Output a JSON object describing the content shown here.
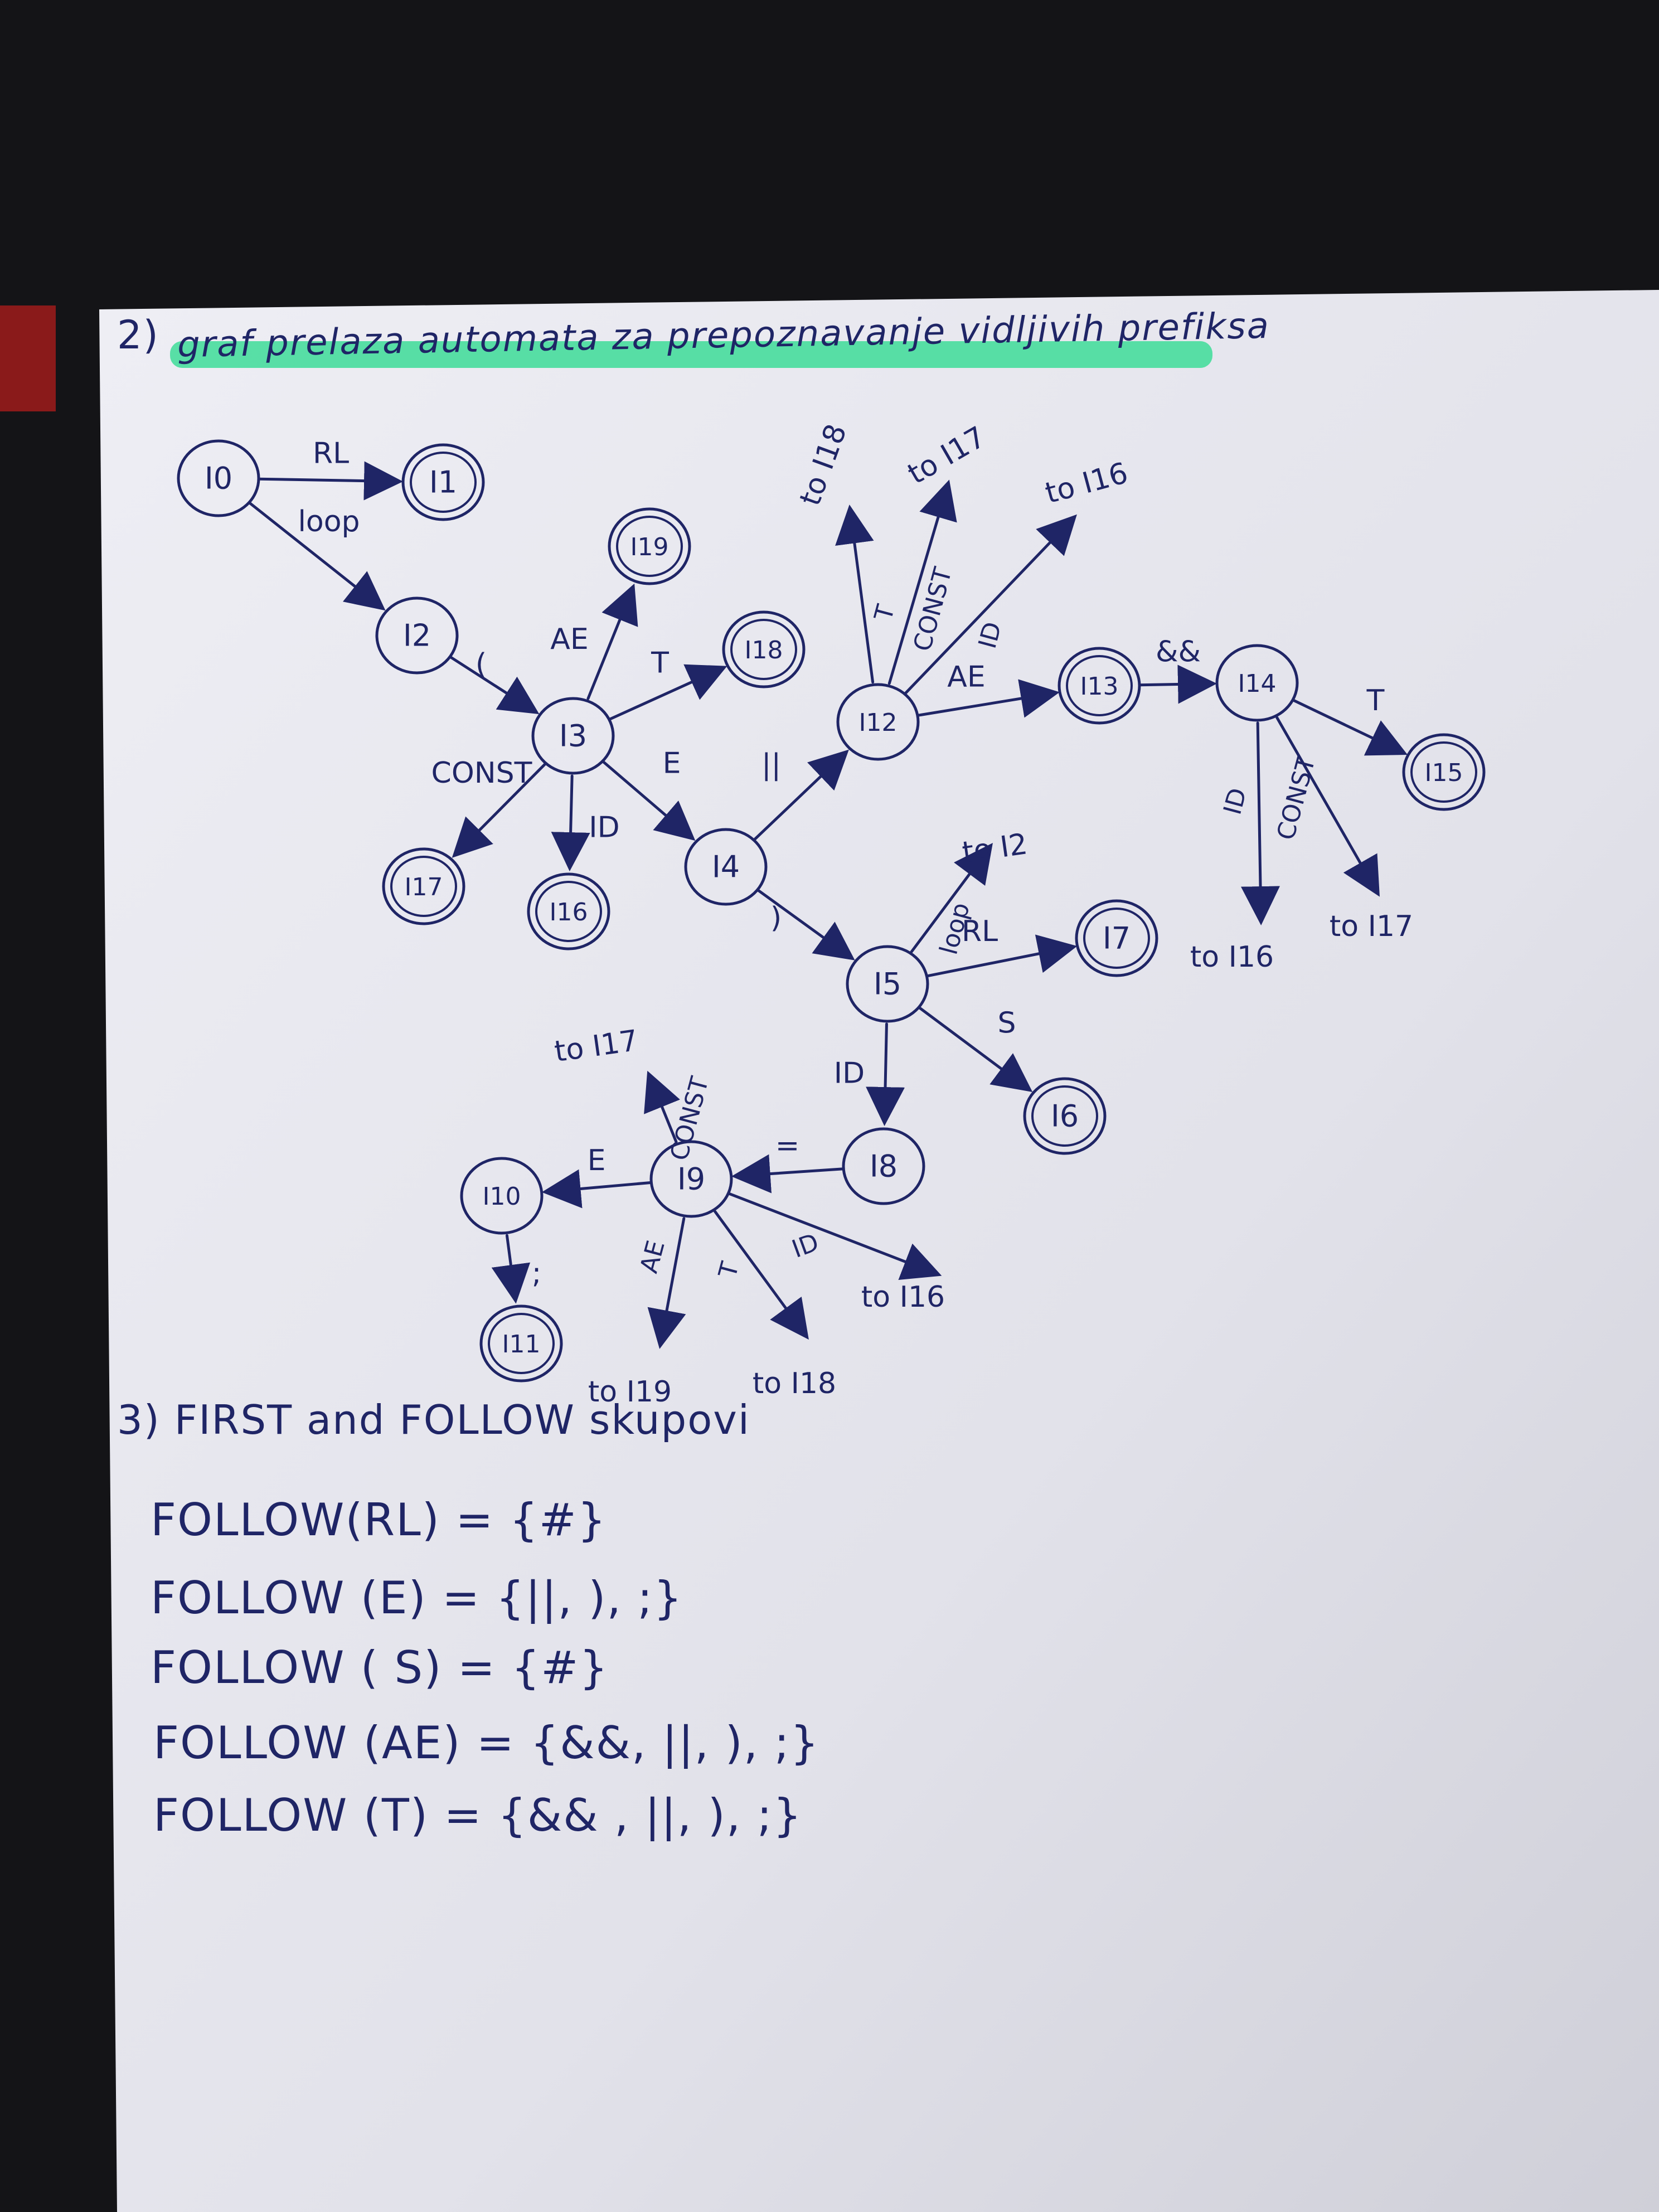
{
  "section2": {
    "number": "2)",
    "title": "graf prelaza automata za prepoznavanje vidljivih prefiksa",
    "highlight_color": "#3ddc98"
  },
  "diagram": {
    "ink_color": "#1f2566",
    "nodes": [
      {
        "id": "I0",
        "label": "I0",
        "accepting": false
      },
      {
        "id": "I1",
        "label": "I1",
        "accepting": true
      },
      {
        "id": "I2",
        "label": "I2",
        "accepting": false
      },
      {
        "id": "I3",
        "label": "I3",
        "accepting": false
      },
      {
        "id": "I4",
        "label": "I4",
        "accepting": false
      },
      {
        "id": "I5",
        "label": "I5",
        "accepting": false
      },
      {
        "id": "I6",
        "label": "I6",
        "accepting": true
      },
      {
        "id": "I7",
        "label": "I7",
        "accepting": true
      },
      {
        "id": "I8",
        "label": "I8",
        "accepting": false
      },
      {
        "id": "I9",
        "label": "I9",
        "accepting": false
      },
      {
        "id": "I10",
        "label": "I10",
        "accepting": false
      },
      {
        "id": "I11",
        "label": "I11",
        "accepting": true
      },
      {
        "id": "I12",
        "label": "I12",
        "accepting": false
      },
      {
        "id": "I13",
        "label": "I13",
        "accepting": true
      },
      {
        "id": "I14",
        "label": "I14",
        "accepting": false
      },
      {
        "id": "I15",
        "label": "I15",
        "accepting": true
      },
      {
        "id": "I16",
        "label": "I16",
        "accepting": true
      },
      {
        "id": "I17",
        "label": "I17",
        "accepting": true
      },
      {
        "id": "I18",
        "label": "I18",
        "accepting": true
      },
      {
        "id": "I19",
        "label": "I19",
        "accepting": true
      }
    ],
    "edges": [
      {
        "from": "I0",
        "to": "I1",
        "label": "RL"
      },
      {
        "from": "I0",
        "to": "I2",
        "label": "loop"
      },
      {
        "from": "I2",
        "to": "I3",
        "label": "("
      },
      {
        "from": "I3",
        "to": "I19",
        "label": "AE"
      },
      {
        "from": "I3",
        "to": "I18",
        "label": "T"
      },
      {
        "from": "I3",
        "to": "I17",
        "label": "CONST"
      },
      {
        "from": "I3",
        "to": "I16",
        "label": "ID"
      },
      {
        "from": "I3",
        "to": "I4",
        "label": "E"
      },
      {
        "from": "I4",
        "to": "I12",
        "label": "||"
      },
      {
        "from": "I4",
        "to": "I5",
        "label": ")"
      },
      {
        "from": "I12",
        "to": "I13",
        "label": "AE"
      },
      {
        "from": "I13",
        "to": "I14",
        "label": "&&"
      },
      {
        "from": "I14",
        "to": "I15",
        "label": "T"
      },
      {
        "from": "I5",
        "to": "I7",
        "label": "RL"
      },
      {
        "from": "I5",
        "to": "I6",
        "label": "S"
      },
      {
        "from": "I5",
        "to": "I8",
        "label": "ID"
      },
      {
        "from": "I8",
        "to": "I9",
        "label": "="
      },
      {
        "from": "I9",
        "to": "I10",
        "label": "E"
      },
      {
        "from": "I10",
        "to": "I11",
        "label": ";"
      }
    ],
    "stubs": [
      {
        "from": "I12",
        "label": "T",
        "target": "to I18"
      },
      {
        "from": "I12",
        "label": "CONST",
        "target": "to I17"
      },
      {
        "from": "I12",
        "label": "ID",
        "target": "to I16"
      },
      {
        "from": "I14",
        "label": "ID",
        "target": "to I16"
      },
      {
        "from": "I14",
        "label": "CONST",
        "target": "to I17"
      },
      {
        "from": "I5",
        "label": "loop",
        "target": "to I2"
      },
      {
        "from": "I9",
        "label": "CONST",
        "target": "to I17"
      },
      {
        "from": "I9",
        "label": "ID",
        "target": "to I16"
      },
      {
        "from": "I9",
        "label": "AE",
        "target": "to I19"
      },
      {
        "from": "I9",
        "label": "T",
        "target": "to I18"
      }
    ]
  },
  "section3": {
    "heading": "3) FIRST and FOLLOW skupovi",
    "lines": [
      "FOLLOW(RL) = {#}",
      "FOLLOW (E) = {||, ), ;}",
      "FOLLOW ( S) = {#}",
      "FOLLOW (AE) = {&&, ||, ), ;}",
      "FOLLOW (T) = {&& , ||, ), ;}"
    ]
  }
}
